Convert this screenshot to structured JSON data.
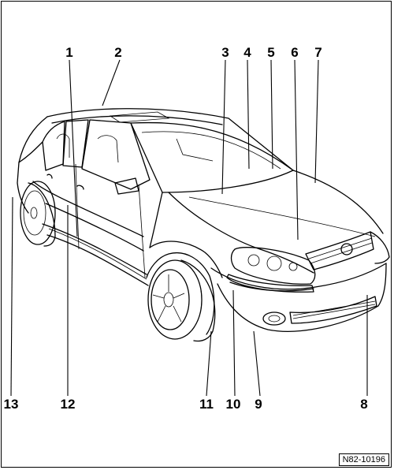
{
  "diagram": {
    "callouts": [
      "1",
      "2",
      "3",
      "4",
      "5",
      "6",
      "7",
      "8",
      "9",
      "10",
      "11",
      "12",
      "13"
    ],
    "reference_code": "N82-10196"
  }
}
